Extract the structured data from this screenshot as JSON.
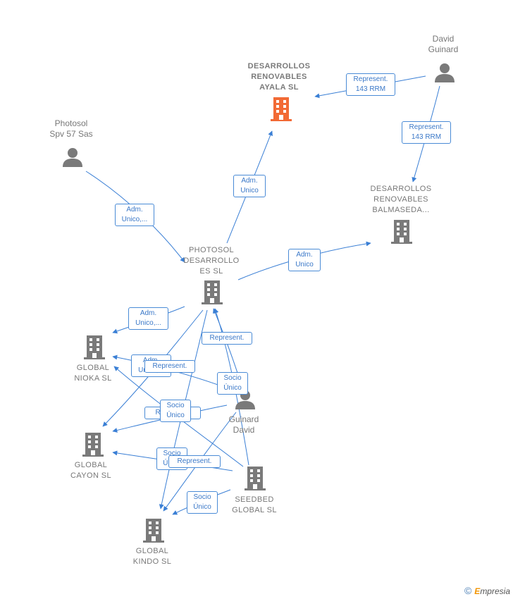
{
  "nodes": {
    "ayala": {
      "lines": [
        "DESARROLLOS",
        "RENOVABLES",
        "AYALA  SL"
      ],
      "color": "#f26a35"
    },
    "balmaseda": {
      "lines": [
        "DESARROLLOS",
        "RENOVABLES",
        "BALMASEDA..."
      ]
    },
    "photosol_desarrollos": {
      "lines": [
        "PHOTOSOL",
        "DESARROLLO",
        "ES  SL"
      ]
    },
    "nioka": {
      "lines": [
        "GLOBAL",
        "NIOKA  SL"
      ]
    },
    "cayon": {
      "lines": [
        "GLOBAL",
        "CAYON  SL"
      ]
    },
    "kindo": {
      "lines": [
        "GLOBAL",
        "KINDO  SL"
      ]
    },
    "seedbed": {
      "lines": [
        "SEEDBED",
        "GLOBAL  SL"
      ]
    }
  },
  "people": {
    "david_guinard": {
      "lines": [
        "David",
        "Guinard"
      ]
    },
    "photosol_spv": {
      "lines": [
        "Photosol",
        "Spv 57 Sas"
      ]
    },
    "guinard_david": {
      "lines": [
        "Guinard",
        "David"
      ]
    }
  },
  "edge_labels": {
    "dg_ayala": [
      "Represent.",
      "143 RRM"
    ],
    "dg_balmaseda": [
      "Represent.",
      "143 RRM"
    ],
    "spv_photosol": [
      "Adm.",
      "Unico,..."
    ],
    "photosol_ayala": [
      "Adm.",
      "Unico"
    ],
    "photosol_balmaseda": [
      "Adm.",
      "Unico"
    ],
    "photosol_nioka": [
      "Adm.",
      "Unico,..."
    ],
    "gd_photosol_rep": [
      "Represent."
    ],
    "adm_nioka_2": [
      "Adm.",
      "Unico,..."
    ],
    "rep_nioka": [
      "Represent."
    ],
    "socio_photosol": [
      "Socio",
      "Único"
    ],
    "rep_cayon": [
      "Represent."
    ],
    "socio_cayon": [
      "Socio",
      "Único"
    ],
    "socio_kindo_a": [
      "Socio",
      "Único"
    ],
    "rep_kindo": [
      "Represent."
    ],
    "socio_kindo_b": [
      "Socio",
      "Único"
    ]
  },
  "colors": {
    "edge": "#3a7fd5",
    "node": "#7a7a7a",
    "highlight": "#f26a35"
  },
  "footer": {
    "copyright": "©",
    "brand_initial": "E",
    "brand_rest": "mpresia"
  }
}
